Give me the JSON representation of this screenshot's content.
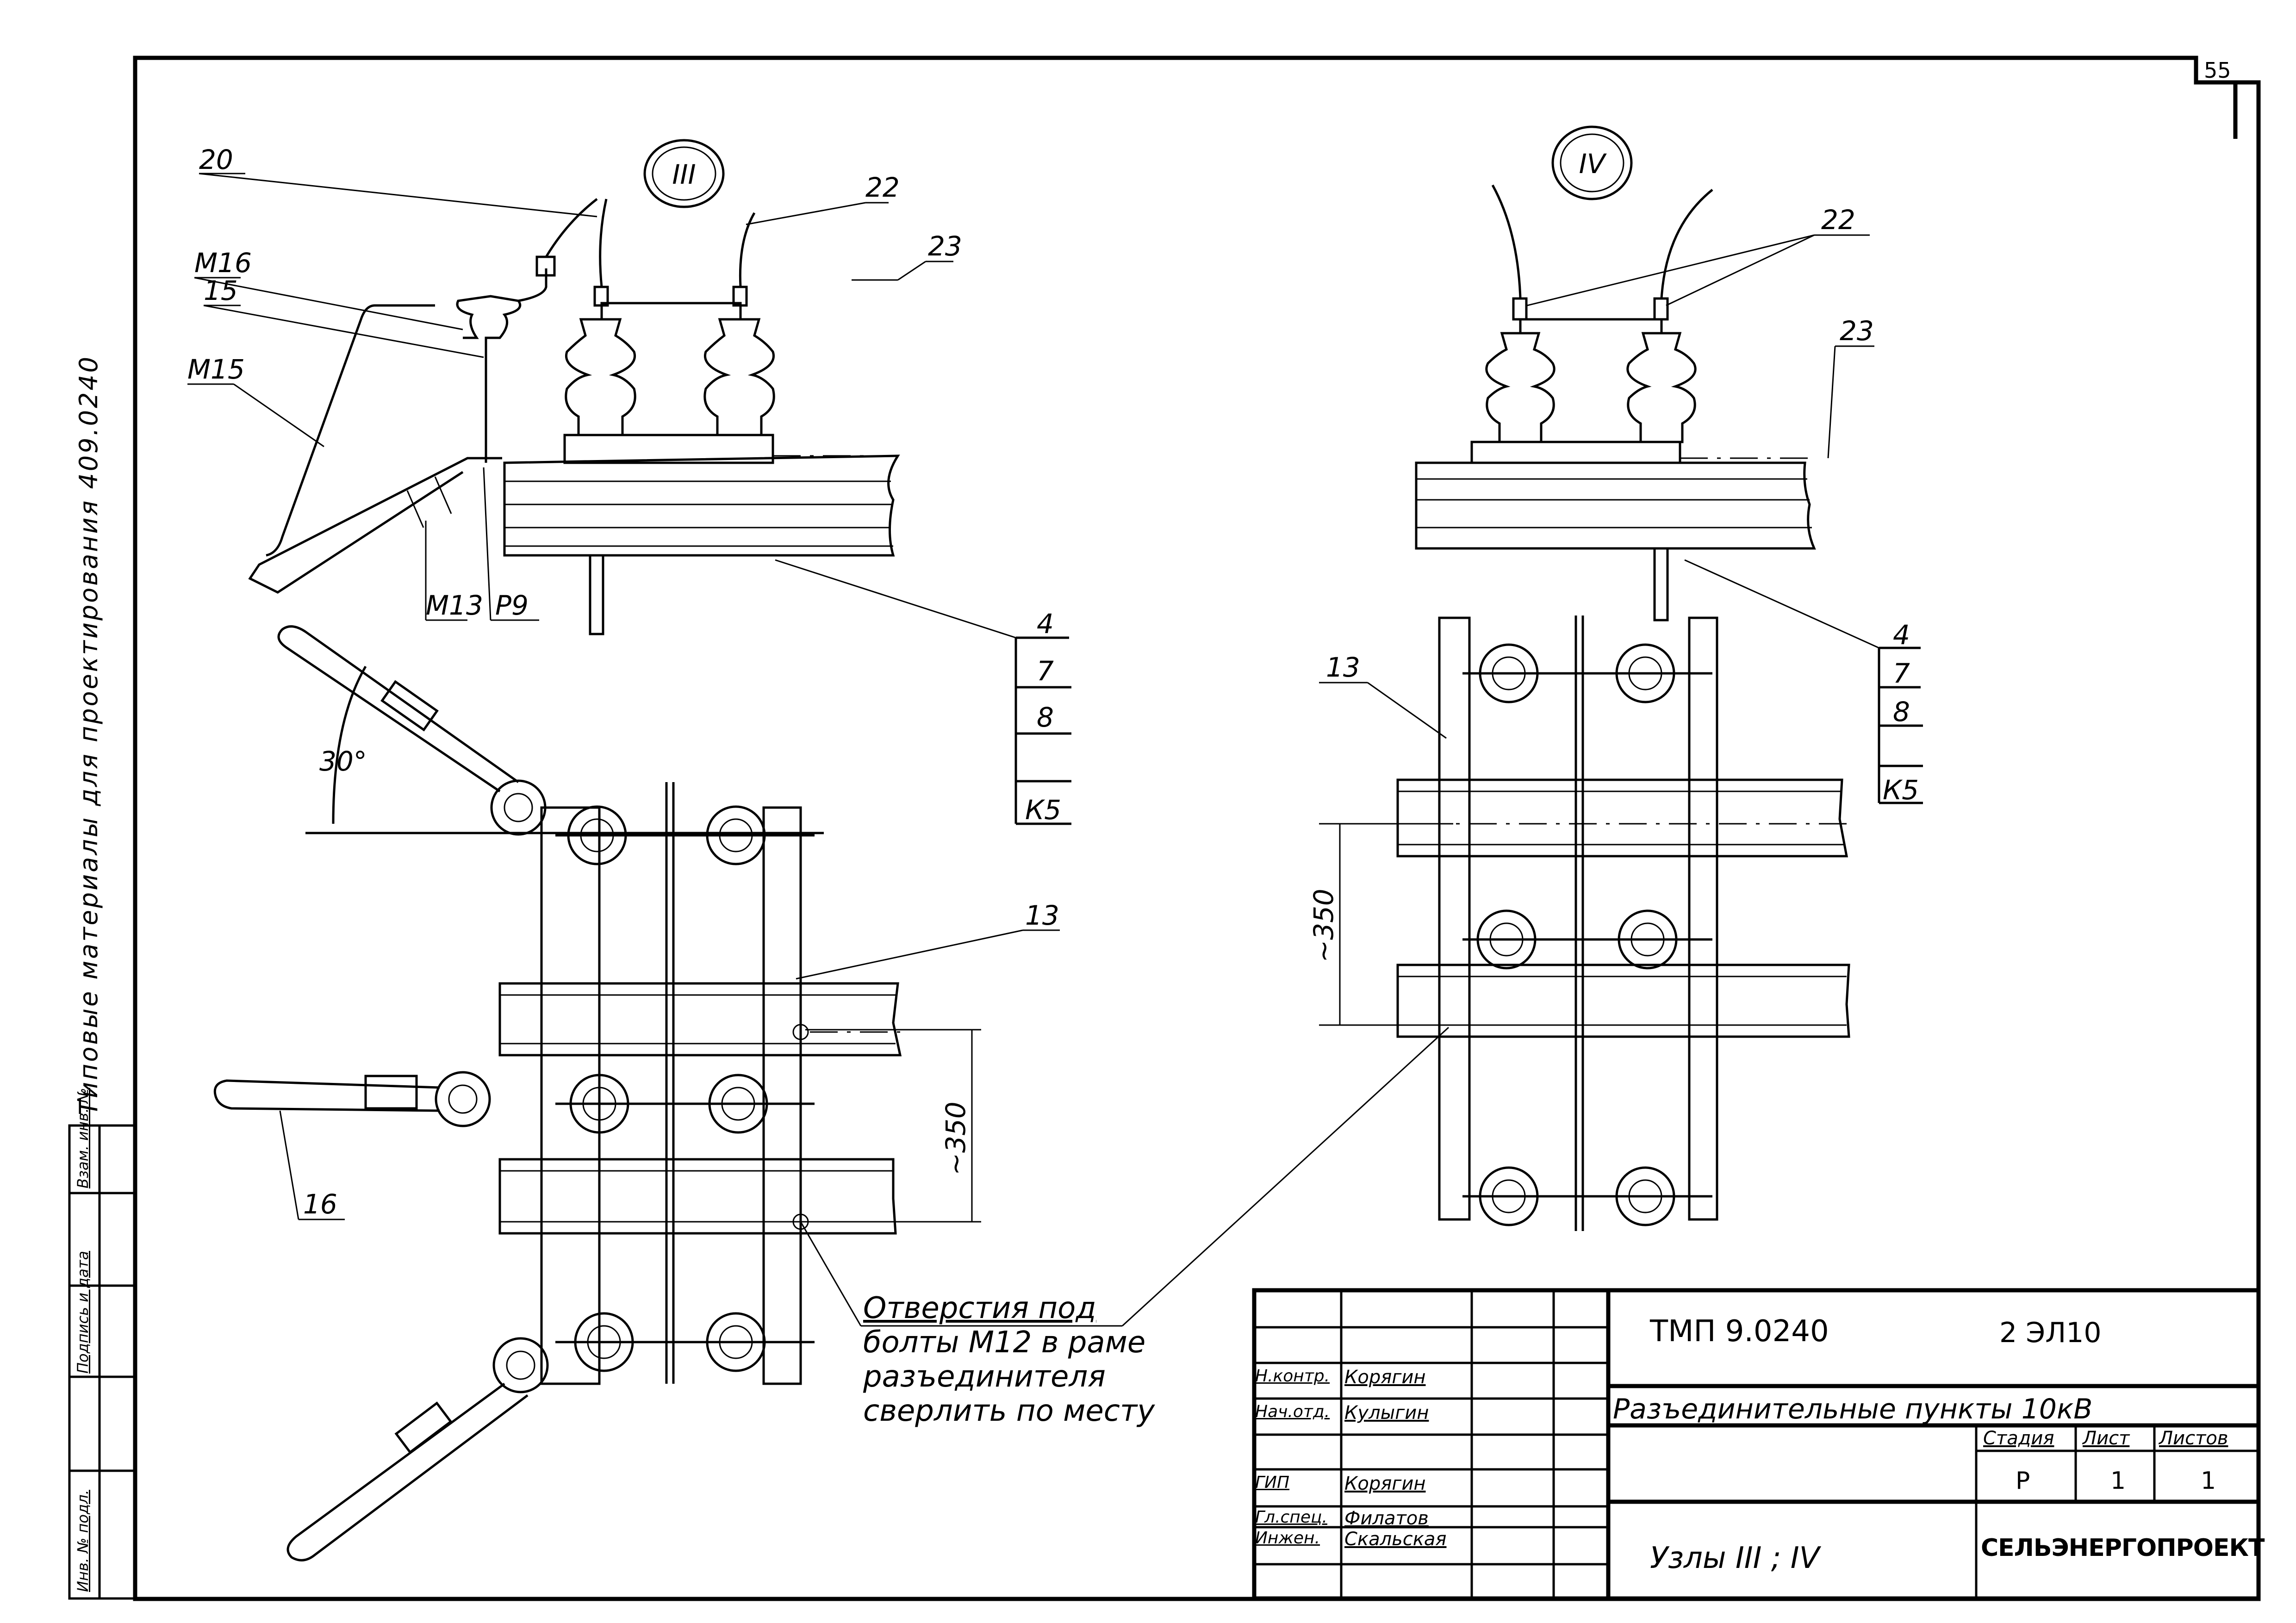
{
  "sheet": {
    "page_number": "55",
    "side_caption": "Типовые материалы для проектирования 409.0240",
    "margin_stamp": {
      "fields": [
        "Взам. инв. №",
        "Подпись и дата",
        "Инв. № подл."
      ]
    }
  },
  "views": {
    "node_iii": {
      "marker": "III",
      "callouts": [
        "20",
        "М16",
        "15",
        "М15",
        "М13",
        "Р9",
        "22",
        "23",
        "13",
        "16"
      ],
      "stack_callout": [
        "4",
        "7",
        "8",
        "К5"
      ],
      "angle_label": "30°",
      "dimension_label": "~350"
    },
    "node_iv": {
      "marker": "IV",
      "callouts": [
        "22",
        "23",
        "13"
      ],
      "stack_callout": [
        "4",
        "7",
        "8",
        "К5"
      ],
      "dimension_label": "~350"
    }
  },
  "note": {
    "line1": "Отверстия под",
    "line2": "болты М12 в раме",
    "line3": "разъединителя",
    "line4": "сверлить по месту"
  },
  "title_block": {
    "doc_code": "ТМП 9.0240",
    "sheet_code": "2 ЭЛ10",
    "title": "Разъединительные пункты 10кВ",
    "subtitle": "Узлы III ; IV",
    "organization": "СЕЛЬЭНЕРГОПРОЕКТ",
    "stage_header": "Стадия",
    "sheet_header": "Лист",
    "sheets_header": "Листов",
    "stage": "Р",
    "sheet": "1",
    "sheets": "1",
    "signatures": [
      {
        "role": "Н.контр.",
        "name": "Корягин"
      },
      {
        "role": "Нач.отд.",
        "name": "Кулыгин"
      },
      {
        "role": "",
        "name": ""
      },
      {
        "role": "ГИП",
        "name": "Корягин"
      },
      {
        "role": "Гл.спец.",
        "name": "Филатов"
      },
      {
        "role": "Инжен.",
        "name": "Скальская"
      }
    ]
  }
}
